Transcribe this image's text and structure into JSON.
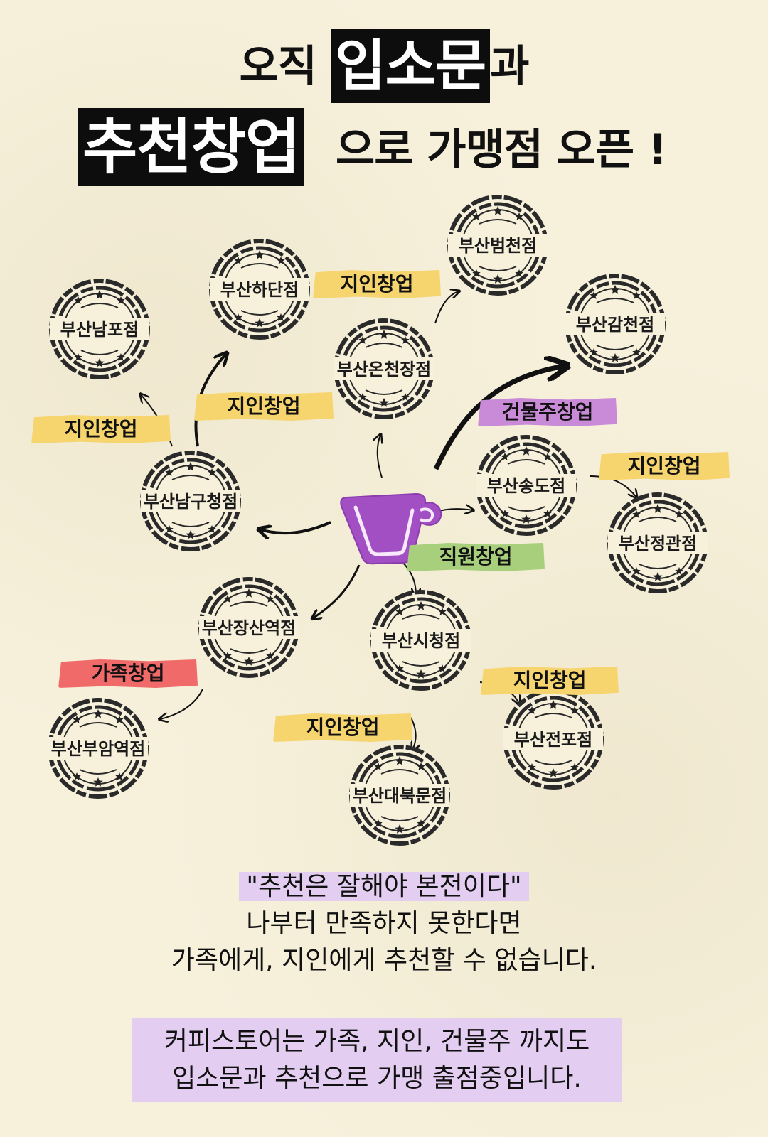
{
  "headline": {
    "line1_prefix": "오직",
    "line1_highlight": "입소문",
    "line1_suffix": "과",
    "line2_highlight": "추천창업",
    "line2_suffix": "으로 가맹점 오픈 !"
  },
  "diagram": {
    "center_icon": "coffee-cup-icon",
    "stores": [
      {
        "id": "bumcheon",
        "name": "부산범천점"
      },
      {
        "id": "hadan",
        "name": "부산하단점"
      },
      {
        "id": "gamcheon",
        "name": "부산감천점"
      },
      {
        "id": "nampo",
        "name": "부산남포점"
      },
      {
        "id": "oncheonjang",
        "name": "부산온천장점"
      },
      {
        "id": "namgu",
        "name": "부산남구청점"
      },
      {
        "id": "songdo",
        "name": "부산송도점"
      },
      {
        "id": "jeonggwan",
        "name": "부산정관점"
      },
      {
        "id": "jangsan",
        "name": "부산장산역점"
      },
      {
        "id": "sicheong",
        "name": "부산시청점"
      },
      {
        "id": "buam",
        "name": "부산부암역점"
      },
      {
        "id": "jeonpo",
        "name": "부산전포점"
      },
      {
        "id": "daebukmun",
        "name": "부산대북문점"
      }
    ],
    "tags": [
      {
        "id": "t1",
        "label": "지인창업",
        "color": "#f6d56e"
      },
      {
        "id": "t2",
        "label": "지인창업",
        "color": "#f6d56e"
      },
      {
        "id": "t3",
        "label": "지인창업",
        "color": "#f6d56e"
      },
      {
        "id": "t4",
        "label": "건물주창업",
        "color": "#c98ad8"
      },
      {
        "id": "t5",
        "label": "지인창업",
        "color": "#f6d56e"
      },
      {
        "id": "t6",
        "label": "직원창업",
        "color": "#a7cf7c"
      },
      {
        "id": "t7",
        "label": "가족창업",
        "color": "#f06a6a"
      },
      {
        "id": "t8",
        "label": "지인창업",
        "color": "#f6d56e"
      },
      {
        "id": "t9",
        "label": "지인창업",
        "color": "#f6d56e"
      }
    ]
  },
  "quote": {
    "line1": "\"추천은 잘해야 본전이다\"",
    "line2": "나부터 만족하지 못한다면",
    "line3": "가족에게, 지인에게 추천할 수 없습니다."
  },
  "closing": {
    "line1": "커피스토어는 가족, 지인, 건물주 까지도",
    "line2": "입소문과 추천으로 가맹 출점중입니다."
  },
  "colors": {
    "background": "#f7f1dc",
    "accent_purple": "#a24fc4",
    "highlight_lavender": "#e3cdf0"
  }
}
